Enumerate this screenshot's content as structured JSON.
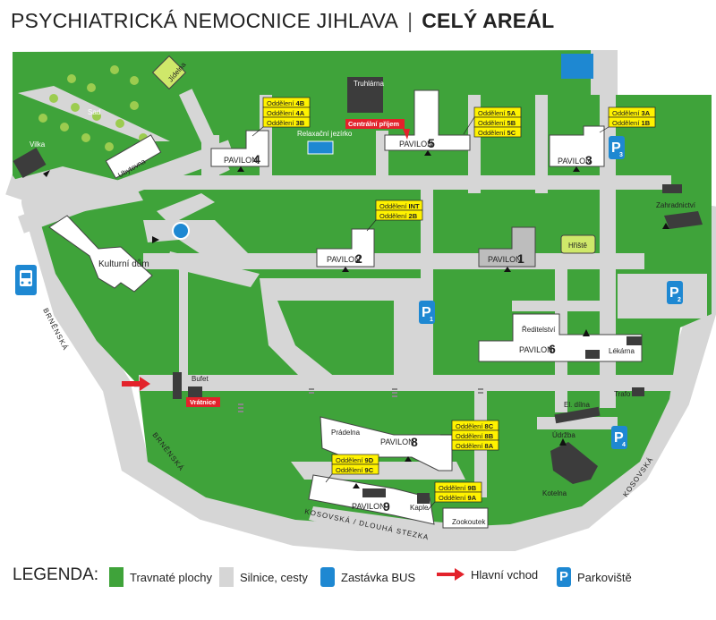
{
  "header": {
    "hospital": "PSYCHIATRICKÁ NEMOCNICE JIHLAVA",
    "separator": "|",
    "area": "CELÝ AREÁL"
  },
  "colors": {
    "grass": "#3fa33a",
    "road": "#d6d6d6",
    "building": "#ffffff",
    "label_bg": "#fff200",
    "arrow": "#e3222b",
    "parking": "#1e88d2",
    "dark_building": "#3c3c3c",
    "light_grass": "#9ccc4f"
  },
  "places": {
    "sad": "Sad",
    "jidelna": "Jídelna",
    "vilka": "Vilka",
    "ubytovna": "Ubytovna",
    "kulturni_dum": "Kulturní dům",
    "truhlarna": "Truhlárna",
    "relaxacni": "Relaxační jezírko",
    "centralni_prijem": "Centrální příjem",
    "hriste": "Hřiště",
    "zahradnictvi": "Zahradnictví",
    "reditelstvi": "Ředitelství",
    "lekarna": "Lékárna",
    "trafo": "Trafo",
    "bufet": "Bufet",
    "vratnice": "Vrátnice",
    "pradelna": "Prádelna",
    "el_dilna": "El. dílna",
    "udrzba": "Údržba",
    "kotelna": "Kotelna",
    "kaple": "Kaple",
    "zookoutek": "Zookoutek"
  },
  "pavilions": {
    "p1": {
      "word": "PAVILON",
      "num": "1"
    },
    "p2": {
      "word": "PAVILON",
      "num": "2"
    },
    "p3": {
      "word": "PAVILON",
      "num": "3"
    },
    "p4": {
      "word": "PAVILON",
      "num": "4"
    },
    "p5": {
      "word": "PAVILON",
      "num": "5"
    },
    "p6": {
      "word": "PAVILON",
      "num": "6"
    },
    "p8": {
      "word": "PAVILON",
      "num": "8"
    },
    "p9": {
      "word": "PAVILON",
      "num": "9"
    }
  },
  "wards": {
    "prefix": "Oddělení",
    "p4": [
      "4B",
      "4A",
      "3B"
    ],
    "p5": [
      "5A",
      "5B",
      "5C"
    ],
    "p3": [
      "3A",
      "1B"
    ],
    "p2": [
      "INT",
      "2B"
    ],
    "p8": [
      "8C",
      "8B",
      "8A"
    ],
    "p9a": [
      "9D",
      "9C"
    ],
    "p9b": [
      "9B",
      "9A"
    ]
  },
  "streets": {
    "brnenska_north": "BRNĚNSKÁ",
    "brnenska_south": "BRNĚNSKÁ",
    "kosovska": "KOSOVSKÁ",
    "kosovska_dlouha": "KOSOVSKÁ / DLOUHÁ STEZKA"
  },
  "parking": {
    "p1": {
      "letter": "P",
      "num": "1"
    },
    "p2": {
      "letter": "P",
      "num": "2"
    },
    "p3": {
      "letter": "P",
      "num": "3"
    },
    "p4": {
      "letter": "P",
      "num": "4"
    }
  },
  "legend": {
    "title": "LEGENDA:",
    "items": {
      "grass": "Travnaté plochy",
      "roads": "Silnice, cesty",
      "bus": "Zastávka BUS",
      "entrance": "Hlavní vchod",
      "parking": "Parkoviště"
    },
    "parking_letter": "P"
  }
}
